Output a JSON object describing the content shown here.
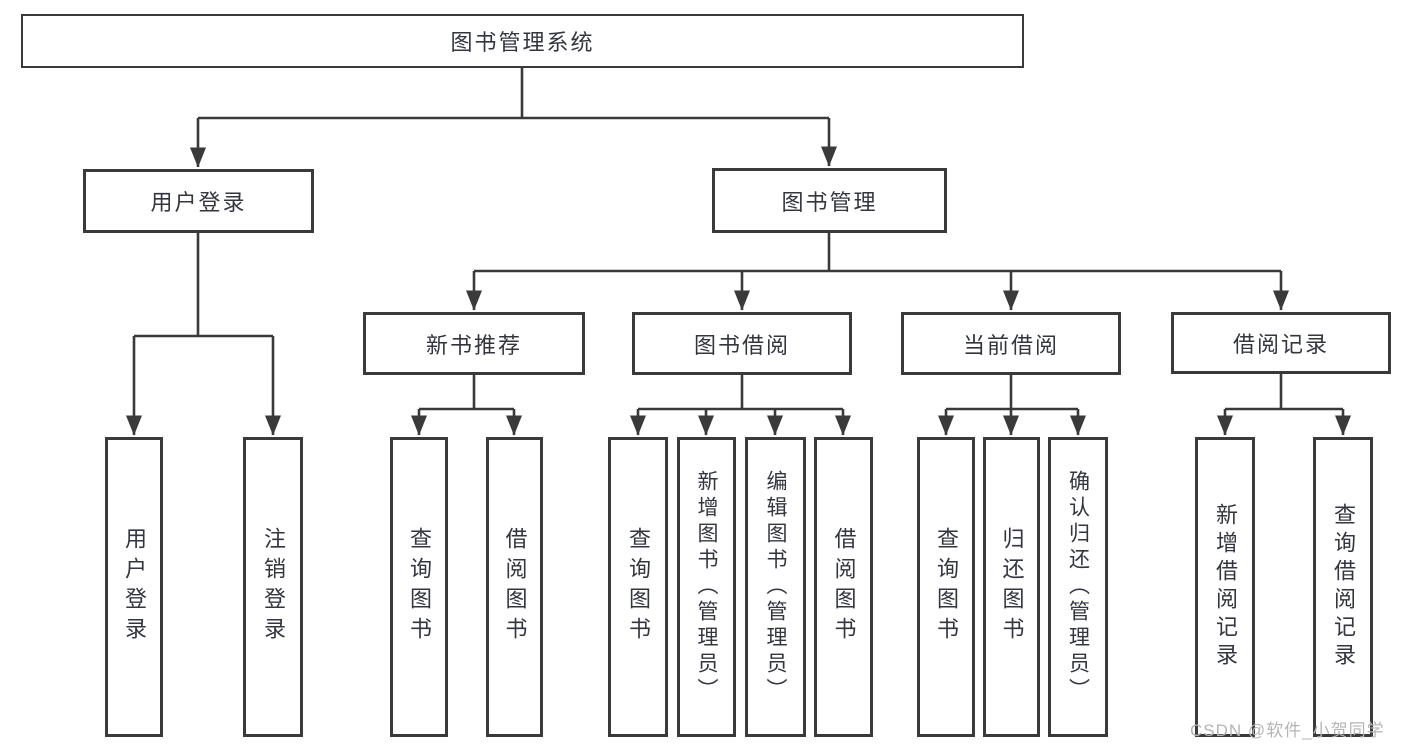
{
  "diagram": {
    "type": "hierarchy-tree",
    "colors": {
      "line": "#3a3a3a",
      "box_border": "#3a3a3a",
      "text": "#333640",
      "background": "#ffffff",
      "watermark": "#b5b5b5"
    },
    "tree": {
      "root": {
        "label": "图书管理系统"
      },
      "children": [
        {
          "label": "用户登录",
          "children": [
            {
              "label": "用户登录"
            },
            {
              "label": "注销登录"
            }
          ]
        },
        {
          "label": "图书管理",
          "children": [
            {
              "label": "新书推荐",
              "children": [
                {
                  "label": "查询图书"
                },
                {
                  "label": "借阅图书"
                }
              ]
            },
            {
              "label": "图书借阅",
              "children": [
                {
                  "label": "查询图书"
                },
                {
                  "label": "新增图书（管理员）"
                },
                {
                  "label": "编辑图书（管理员）"
                },
                {
                  "label": "借阅图书"
                }
              ]
            },
            {
              "label": "当前借阅",
              "children": [
                {
                  "label": "查询图书"
                },
                {
                  "label": "归还图书"
                },
                {
                  "label": "确认归还（管理员）"
                }
              ]
            },
            {
              "label": "借阅记录",
              "children": [
                {
                  "label": "新增借阅记录"
                },
                {
                  "label": "查询借阅记录"
                }
              ]
            }
          ]
        }
      ]
    },
    "watermark": "CSDN @软件_小贺同学"
  }
}
